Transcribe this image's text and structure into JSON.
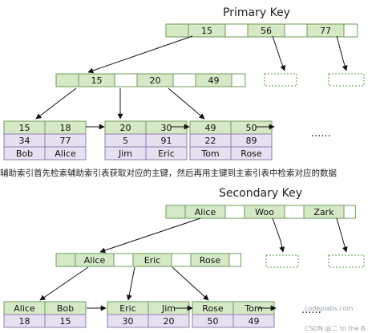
{
  "colors": {
    "node_fill": "#d6e9c6",
    "node_stroke": "#6f9c55",
    "key_fill": "#d8e8f5",
    "key_stroke": "#6f8fb5",
    "val_fill": "#e6e0f0",
    "val_stroke": "#8a7fb0",
    "arrow": "#111111",
    "dashed": "#4c9a3c"
  },
  "primary": {
    "title": "Primary Key",
    "root": [
      "15",
      "56",
      "77"
    ],
    "mid": [
      "15",
      "20",
      "49"
    ],
    "leaves": [
      {
        "keys": [
          "15",
          "18"
        ],
        "row2": [
          "34",
          "77"
        ],
        "row3": [
          "Bob",
          "Alice"
        ]
      },
      {
        "keys": [
          "20",
          "30"
        ],
        "row2": [
          "5",
          "91"
        ],
        "row3": [
          "Jim",
          "Eric"
        ]
      },
      {
        "keys": [
          "49",
          "50"
        ],
        "row2": [
          "22",
          "89"
        ],
        "row3": [
          "Tom",
          "Rose"
        ]
      }
    ],
    "ellipsis": "......"
  },
  "caption": "辅助索引首先检索辅助索引表获取对应的主键，然后再用主键到主索引表中检索对应的数据",
  "secondary": {
    "title": "Secondary Key",
    "root": [
      "Alice",
      "Woo",
      "Zark"
    ],
    "mid": [
      "Alice",
      "Eric",
      "Rose"
    ],
    "leaves": [
      {
        "keys": [
          "Alice",
          "Bob"
        ],
        "row2": [
          "18",
          "15"
        ]
      },
      {
        "keys": [
          "Eric",
          "Jim"
        ],
        "row2": [
          "30",
          "20"
        ]
      },
      {
        "keys": [
          "Rose",
          "Tom"
        ],
        "row2": [
          "50",
          "49"
        ]
      }
    ],
    "ellipsis": "......"
  },
  "watermarks": [
    "codeplabs.com",
    "CSDN @二 to the B"
  ]
}
